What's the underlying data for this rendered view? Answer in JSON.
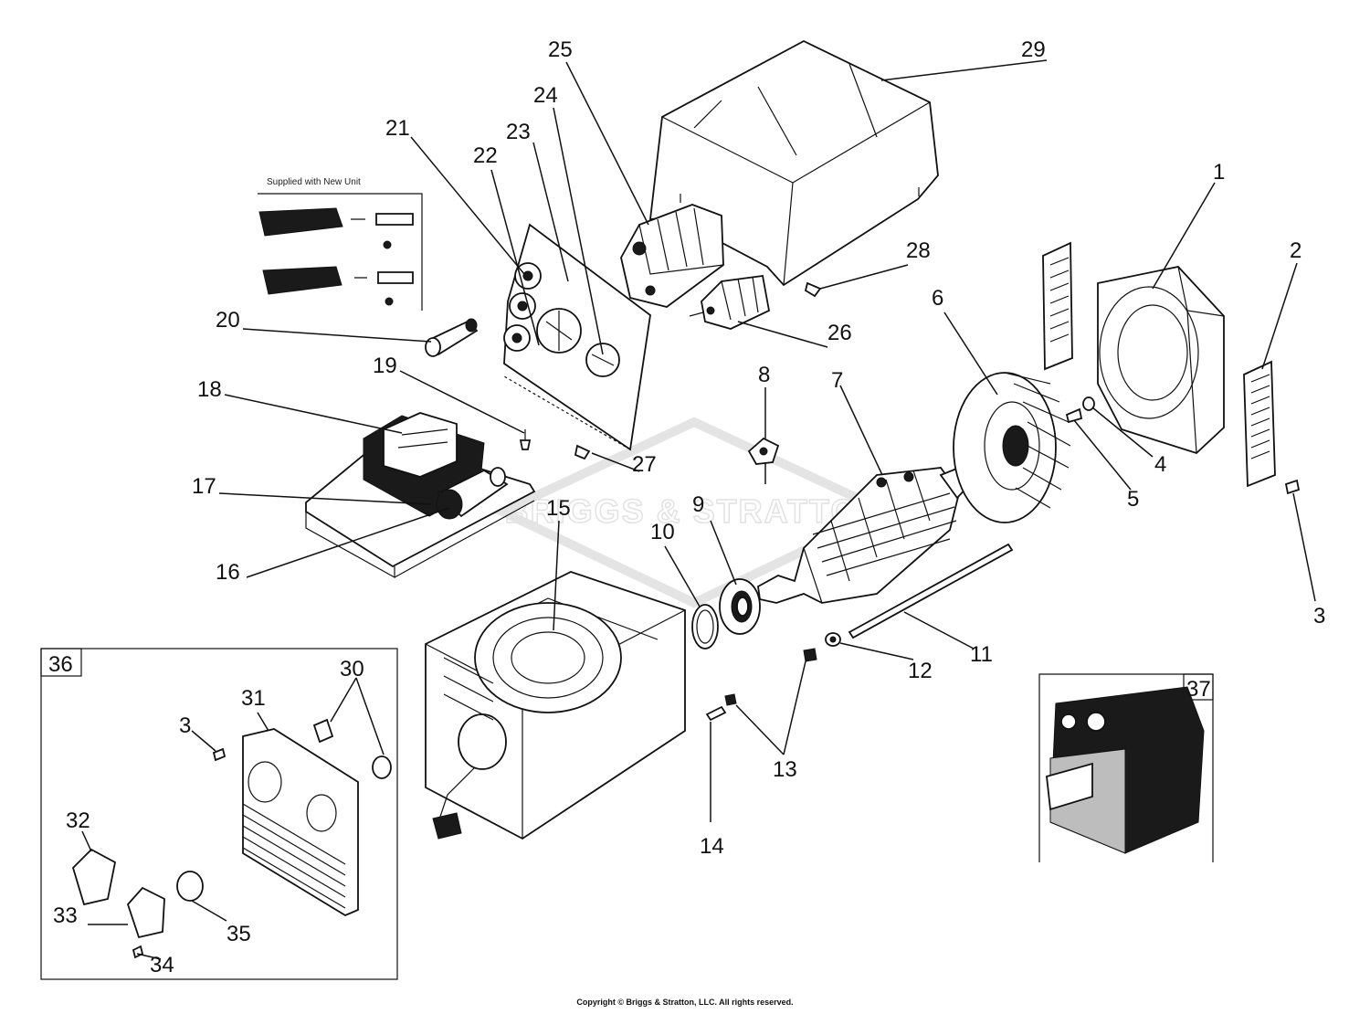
{
  "callouts": {
    "n1": "1",
    "n2": "2",
    "n3": "3",
    "n4": "4",
    "n5": "5",
    "n6": "6",
    "n7": "7",
    "n8": "8",
    "n9": "9",
    "n10": "10",
    "n11": "11",
    "n12": "12",
    "n13": "13",
    "n14": "14",
    "n15": "15",
    "n16": "16",
    "n17": "17",
    "n18": "18",
    "n19": "19",
    "n20": "20",
    "n21": "21",
    "n22": "22",
    "n23": "23",
    "n24": "24",
    "n25": "25",
    "n26": "26",
    "n27": "27",
    "n28": "28",
    "n29": "29",
    "n30": "30",
    "n31": "31",
    "n32": "32",
    "n33": "33",
    "n34": "34",
    "n35": "35",
    "n36": "36",
    "n37": "37",
    "n3_inset": "3"
  },
  "supplied_caption": "Supplied with New Unit",
  "watermark": "BRIGGS & STRATTON",
  "copyright": "Copyright © Briggs & Stratton, LLC. All rights reserved."
}
